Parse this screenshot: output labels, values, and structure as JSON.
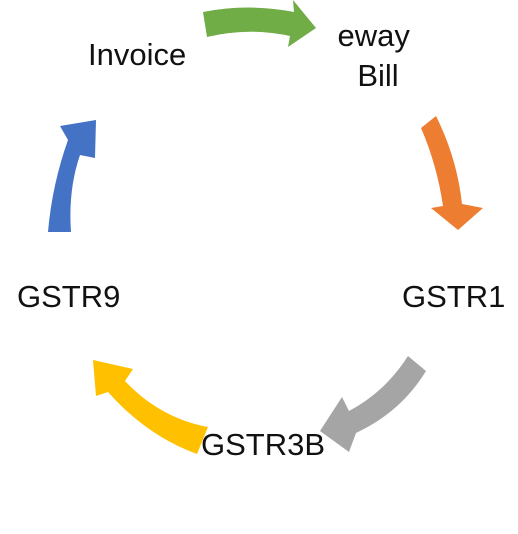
{
  "cycle": {
    "nodes": [
      {
        "id": "invoice",
        "lines": [
          "Invoice"
        ]
      },
      {
        "id": "eway-bill",
        "lines": [
          "eway",
          "Bill"
        ]
      },
      {
        "id": "gstr1",
        "lines": [
          "GSTR1"
        ]
      },
      {
        "id": "gstr3b",
        "lines": [
          "GSTR3B"
        ]
      },
      {
        "id": "gstr9",
        "lines": [
          "GSTR9"
        ]
      }
    ],
    "arrows": [
      {
        "from": "invoice",
        "to": "eway-bill",
        "color": "#70AD47"
      },
      {
        "from": "eway-bill",
        "to": "gstr1",
        "color": "#ED7D31"
      },
      {
        "from": "gstr1",
        "to": "gstr3b",
        "color": "#A5A5A5"
      },
      {
        "from": "gstr3b",
        "to": "gstr9",
        "color": "#FFC000"
      },
      {
        "from": "gstr9",
        "to": "invoice",
        "color": "#4472C4"
      }
    ]
  }
}
